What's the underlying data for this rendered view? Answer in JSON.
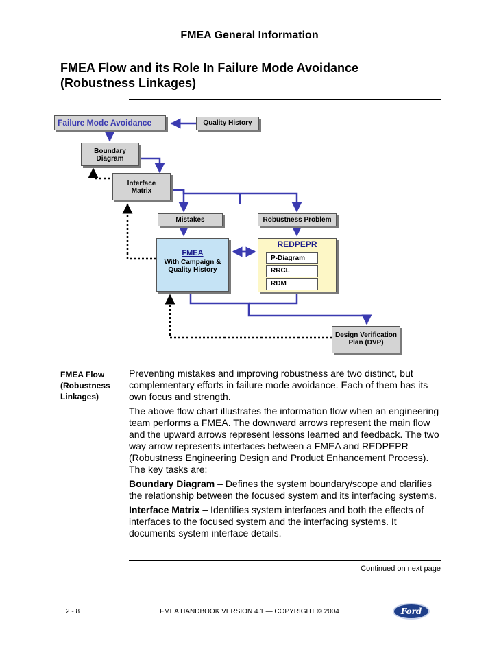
{
  "header": {
    "title": "FMEA General Information"
  },
  "section": {
    "title_line1": "FMEA Flow and its Role In Failure Mode Avoidance",
    "title_line2": "(Robustness Linkages)"
  },
  "diagram": {
    "failure_mode_avoidance": "Failure Mode Avoidance",
    "quality_history": "Quality History",
    "boundary_diagram": [
      "Boundary",
      "Diagram"
    ],
    "interface_matrix": [
      "Interface",
      "Matrix"
    ],
    "mistakes": "Mistakes",
    "robustness_problem": "Robustness Problem",
    "fmea": {
      "title": "FMEA",
      "line2": "With Campaign &",
      "line3": "Quality History"
    },
    "redpepr": {
      "title": "REDPEPR",
      "items": [
        "P-Diagram",
        "RRCL",
        "RDM"
      ]
    },
    "dvp": [
      "Design Verification",
      "Plan (DVP)"
    ],
    "colors": {
      "main_arrow": "#3a3ab0",
      "feedback": "#000000"
    }
  },
  "side_label": [
    "FMEA Flow",
    "(Robustness",
    "Linkages)"
  ],
  "body": {
    "p1": "Preventing mistakes and improving robustness are two distinct, but complementary efforts in failure mode avoidance.  Each of them has its own focus and strength.",
    "p2": "The above flow chart illustrates the information flow when an engineering team performs a FMEA.  The downward arrows represent the main flow and the upward arrows represent lessons learned and feedback.  The two way arrow represents interfaces between a FMEA and REDPEPR (Robustness Engineering Design and Product Enhancement Process).  The key tasks are:",
    "p3_term": "Boundary Diagram",
    "p3_text": " – Defines the system boundary/scope and clarifies the relationship between the focused system and its interfacing systems.",
    "p4_term": "Interface Matrix",
    "p4_text": " – Identifies system interfaces and both the effects of interfaces to the focused system and the interfacing systems.  It documents system interface details."
  },
  "continued": "Continued on next page",
  "footer": {
    "page": "2 - 8",
    "text": "FMEA HANDBOOK VERSION 4.1 — COPYRIGHT © 2004",
    "logo": "Ford"
  }
}
